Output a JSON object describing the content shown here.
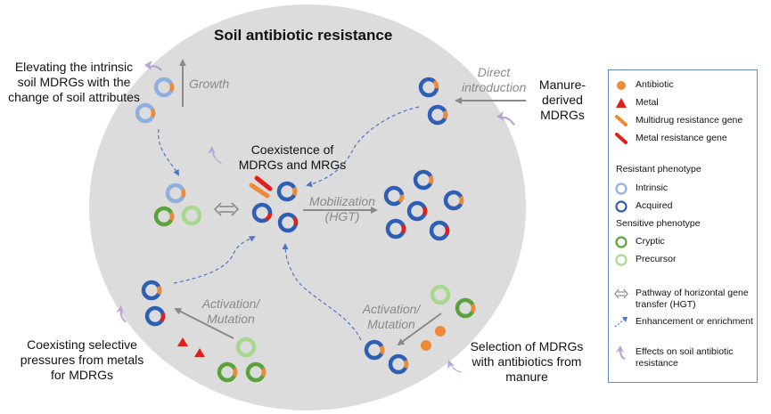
{
  "title": "Soil antibiotic resistance",
  "labels": {
    "elevating": "Elevating the intrinsic soil MDRGs with the change of soil attributes",
    "manure_derived": "Manure-derived MDRGs",
    "coexistence": "Coexistence of MDRGs and MRGs",
    "coexisting_pressures": "Coexisting selective pressures from metals for MDRGs",
    "selection": "Selection of MDRGs with antibiotics from manure"
  },
  "processes": {
    "growth": "Growth",
    "direct_introduction": "Direct introduction",
    "mobilization": "Mobilization (HGT)",
    "activation_left": "Activation/ Mutation",
    "activation_right": "Activation/ Mutation"
  },
  "legend": {
    "items": [
      {
        "icon": "antibiotic-dot-icon",
        "text": "Antibiotic"
      },
      {
        "icon": "metal-triangle-icon",
        "text": "Metal"
      },
      {
        "icon": "multidrug-gene-icon",
        "text": "Multidrug resistance gene"
      },
      {
        "icon": "metal-gene-icon",
        "text": "Metal resistance gene"
      }
    ],
    "resistant_heading": "Resistant phenotype",
    "resistant": [
      {
        "icon": "intrinsic-ring-icon",
        "text": "Intrinsic"
      },
      {
        "icon": "acquired-ring-icon",
        "text": "Acquired"
      }
    ],
    "sensitive_heading": "Sensitive phenotype",
    "sensitive": [
      {
        "icon": "cryptic-ring-icon",
        "text": "Cryptic"
      },
      {
        "icon": "precursor-ring-icon",
        "text": "Precursor"
      }
    ],
    "pathways": [
      {
        "icon": "hgt-double-arrow-icon",
        "text": "Pathway of horizontal gene transfer (HGT)"
      },
      {
        "icon": "enhancement-arrow-icon",
        "text": "Enhancement or enrichment"
      },
      {
        "icon": "effect-arrow-icon",
        "text": "Effects on soil antibiotic resistance"
      }
    ]
  },
  "colors": {
    "background_circle": "#dcdcdc",
    "intrinsic": "#8fb0de",
    "acquired": "#2e5fb5",
    "cryptic": "#5aa33c",
    "precursor": "#a8d890",
    "antibiotic": "#ee8a35",
    "metal": "#e0201a",
    "dashed_arrow": "#4a78c6",
    "grey_arrow": "#8a8a8a",
    "effect_arrow": "#b9a3d8",
    "legend_border": "#5b8fc9"
  }
}
